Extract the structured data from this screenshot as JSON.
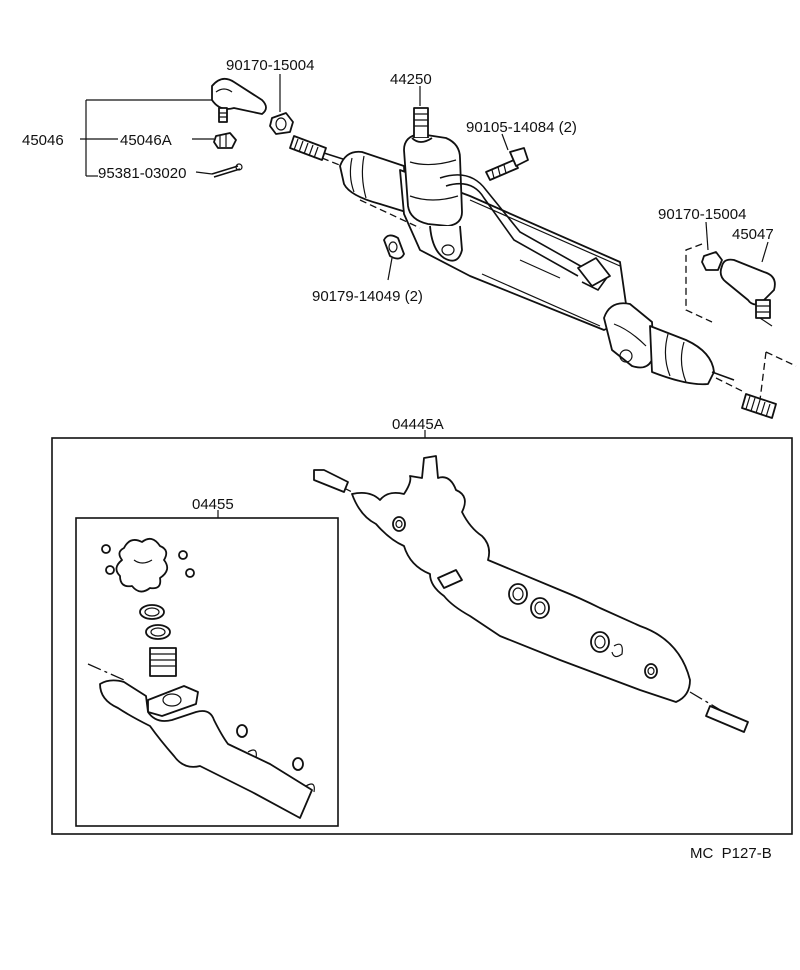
{
  "labels": {
    "p90170_top": "90170-15004",
    "p44250": "44250",
    "p90105": "90105-14084 (2)",
    "p45046": "45046",
    "p45046a": "45046A",
    "p95381": "95381-03020",
    "p90170_right": "90170-15004",
    "p45047": "45047",
    "p90179": "90179-14049 (2)",
    "p04445a": "04445A",
    "p04455": "04455",
    "footer": "MC  P127-B"
  }
}
